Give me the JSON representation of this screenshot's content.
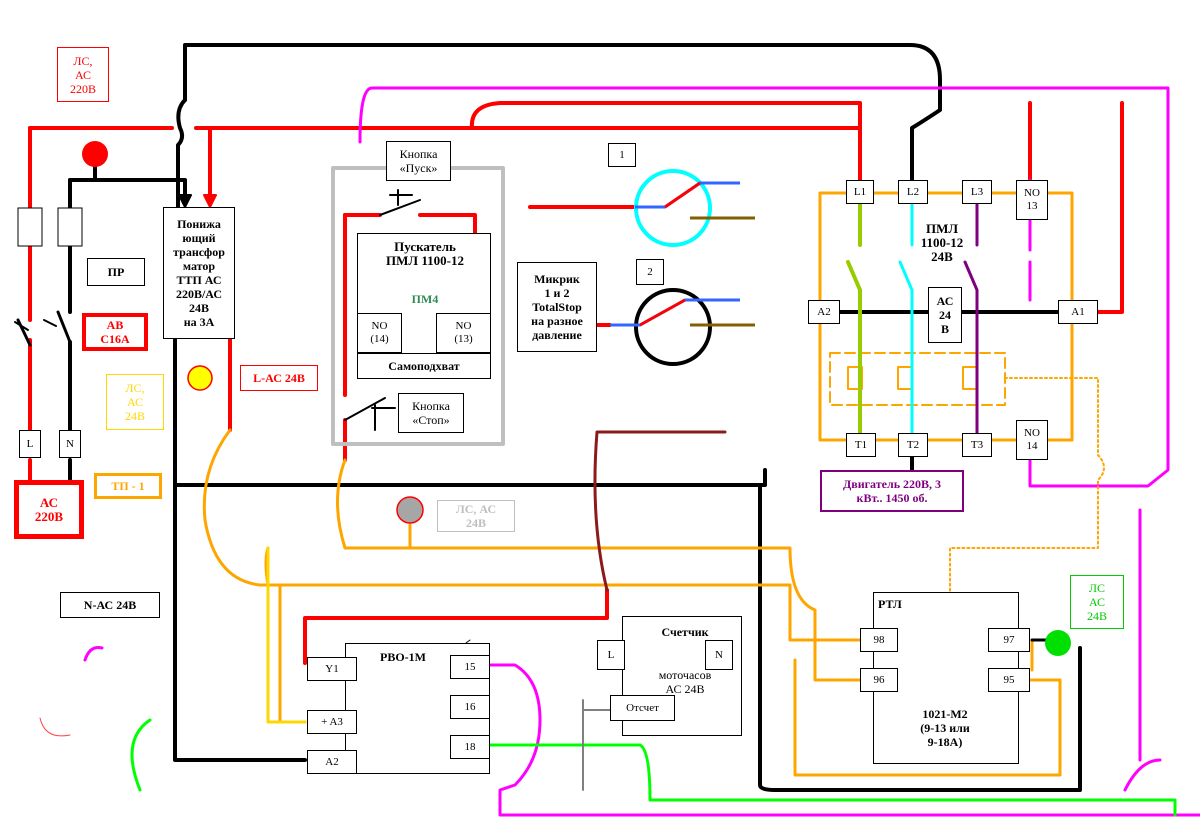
{
  "labels": {
    "ls_ac_220": "ЛС,\nАС\n220В",
    "pr": "ПР",
    "av": "АВ\nС16А",
    "ls_ac_24_yellow": "ЛС,\nАС\n24В",
    "term_l": "L",
    "term_n": "N",
    "ac_220": "АС\n220В",
    "tp1": "ТП - 1",
    "n_ac_24": "N-АС 24В",
    "transformer": "Понижа\nющий\nтрансфор\nматор\nТТП АС\n220В/АС\n24В\nна 3А",
    "l_ac_24": "L-АС 24В",
    "btn_start": "Кнопка\n«Пуск»",
    "starter_title": "Пускатель\nПМЛ 1100-12",
    "pm4": "ПМ4",
    "no14_left": "NO\n(14)",
    "no13_left": "NO\n(13)",
    "self_hold": "Самоподхват",
    "btn_stop": "Кнопка\n«Стоп»",
    "ls_ac_24_gray": "ЛС, АС\n24В",
    "microswitch": "Микрик\n1 и 2\nTotalStop\nна разное\nдавление",
    "sw1": "1",
    "sw2": "2",
    "pml_title": "ПМЛ\n1100-12\n24В",
    "pml_l1": "L1",
    "pml_l2": "L2",
    "pml_l3": "L3",
    "pml_no13": "NO\n13",
    "pml_a2": "A2",
    "pml_a1": "A1",
    "pml_coil": "АС\n24\nВ",
    "pml_t1": "T1",
    "pml_t2": "T2",
    "pml_t3": "T3",
    "pml_no14": "NO\n14",
    "motor": "Двигатель 220В, 3\nкВт.. 1450 об.",
    "rtl_title": "РТЛ",
    "rtl_98": "98",
    "rtl_97": "97",
    "rtl_96": "96",
    "rtl_95": "95",
    "rtl_model": "1021-М2\n(9-13 или\n9-18А)",
    "ls_ac_24_green": "ЛС\nАС\n24В",
    "rvo_title": "РВО-1М",
    "rvo_y1": "Y1",
    "rvo_a3": "+ A3",
    "rvo_a2": "A2",
    "rvo_15": "15",
    "rvo_16": "16",
    "rvo_18": "18",
    "counter_title": "Счетчик",
    "counter_sub": "моточасов\nАС 24В",
    "counter_l": "L",
    "counter_n": "N",
    "counter_reset": "Отсчет"
  },
  "colors": {
    "phase": "#ff0000",
    "neutral": "#000000",
    "ac24_l": "#ffa500",
    "magenta": "#ff00ff",
    "lime": "#99cc00",
    "cyan": "#00ffff",
    "purple": "#7f007f",
    "brown": "#8b1a1a",
    "blue": "#3366ff",
    "olive": "#806000",
    "green": "#00ff00",
    "yellow": "#ffff00",
    "gray": "#bfbfbf",
    "gray_dot": "#a6a6a6",
    "red_label_border": "#ff0000",
    "yellow_label_text": "#ffd700",
    "tp_orange": "#ffa500",
    "pm4_green": "#2e8b57",
    "motor_purple": "#7f007f",
    "green_label": "#00cc00"
  },
  "icons": {
    "indicator_red": "indicator-lamp",
    "indicator_yellow": "indicator-lamp",
    "indicator_gray": "indicator-lamp",
    "indicator_green": "indicator-lamp",
    "switch_1": "microswitch-contact",
    "switch_2": "microswitch-contact",
    "fuse": "fuse-icon",
    "breaker": "circuit-breaker-icon"
  }
}
